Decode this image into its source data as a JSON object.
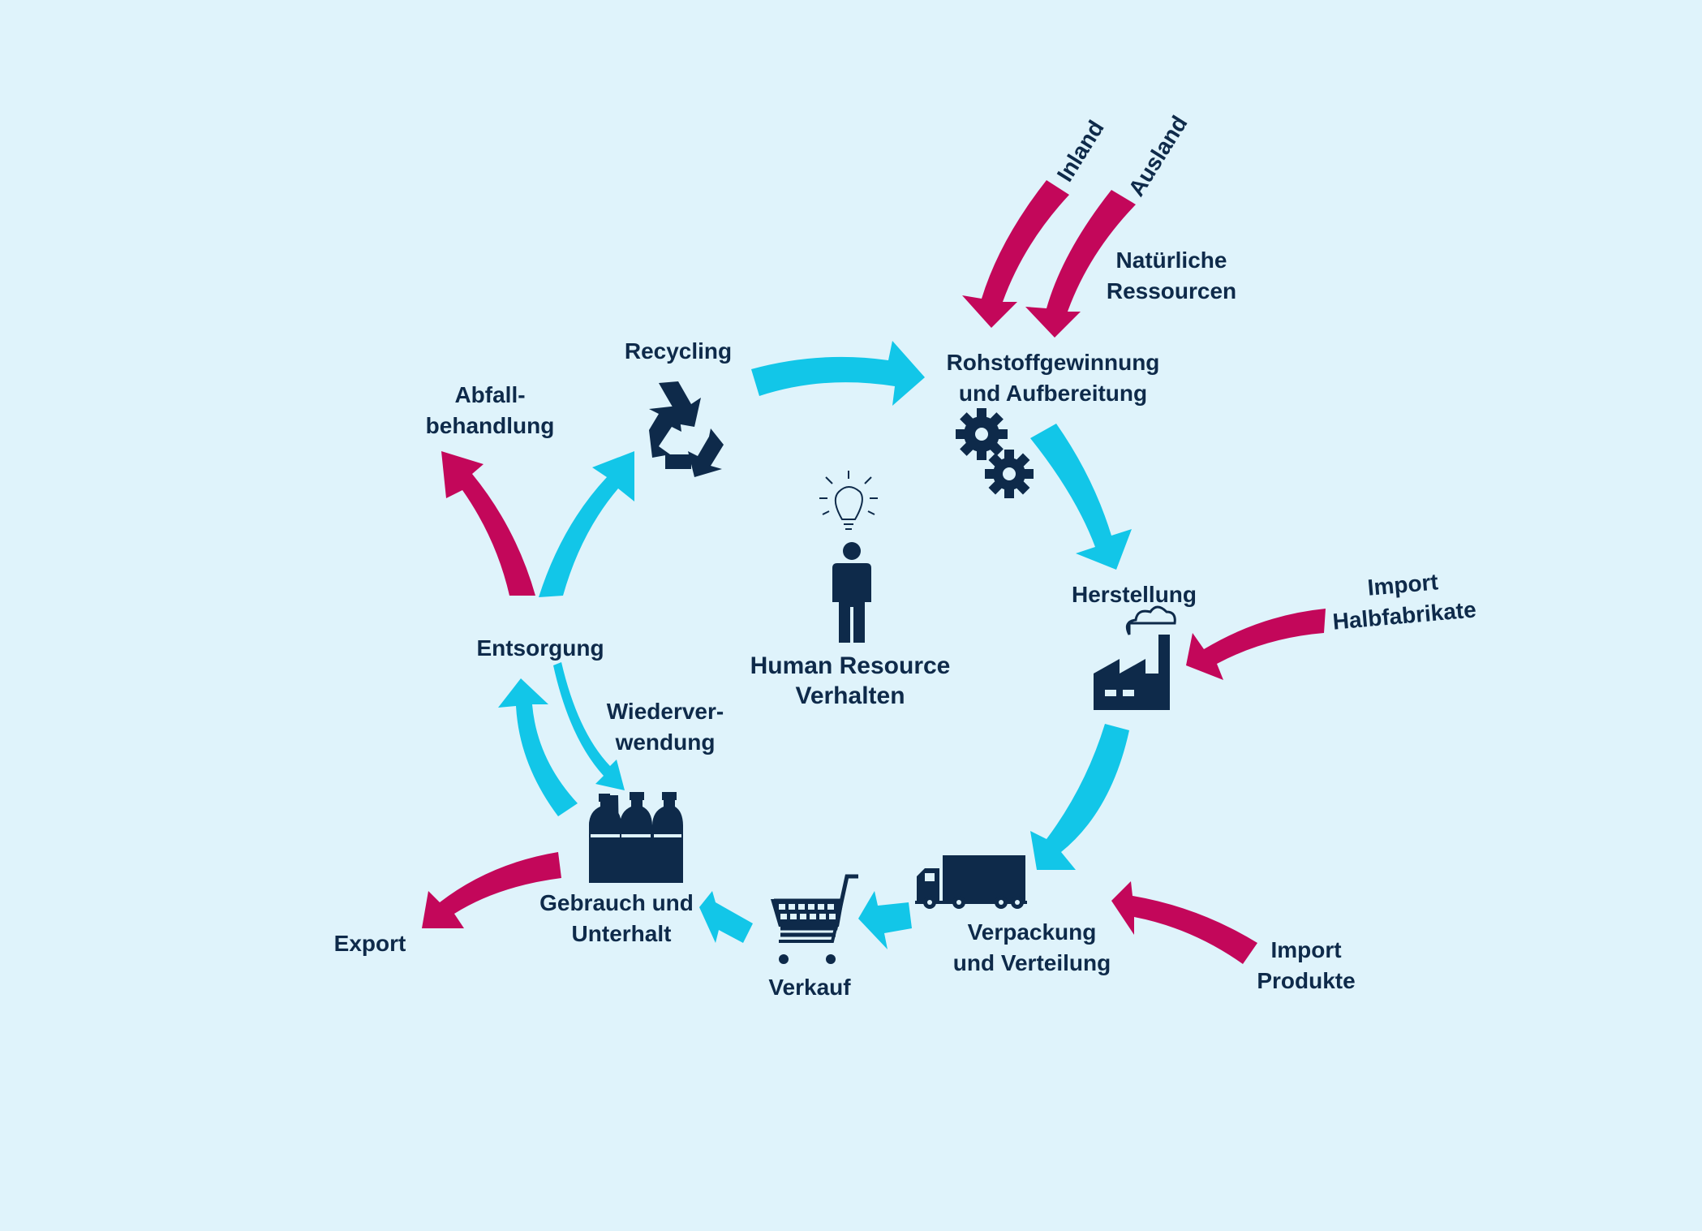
{
  "colors": {
    "background": "#dff3fb",
    "cycle_arrow": "#12c6e8",
    "external_arrow": "#c3075a",
    "icon": "#0e2a4a",
    "text": "#0e2a4a"
  },
  "center": {
    "line1": "Human Resource",
    "line2": "Verhalten",
    "icons": [
      "lightbulb-icon",
      "person-icon"
    ]
  },
  "stages": {
    "rohstoff": {
      "line1": "Rohstoffgewinnung",
      "line2": "und Aufbereitung",
      "icon": "gears-icon"
    },
    "herstellung": {
      "label": "Herstellung",
      "icon": "factory-icon"
    },
    "verpackung": {
      "line1": "Verpackung",
      "line2": "und Verteilung",
      "icon": "truck-icon"
    },
    "verkauf": {
      "label": "Verkauf",
      "icon": "shopping-cart-icon"
    },
    "gebrauch": {
      "line1": "Gebrauch und",
      "line2": "Unterhalt",
      "icon": "bottles-icon"
    },
    "entsorgung": {
      "label": "Entsorgung"
    },
    "recycling": {
      "label": "Recycling",
      "icon": "recycle-icon"
    },
    "abfall": {
      "line1": "Abfall-",
      "line2": "behandlung"
    },
    "wiederverwendung": {
      "line1": "Wiederver-",
      "line2": "wendung"
    }
  },
  "external": {
    "inland": "Inland",
    "ausland": "Ausland",
    "natuerliche": {
      "line1": "Natürliche",
      "line2": "Ressourcen"
    },
    "import_halb": {
      "line1": "Import",
      "line2": "Halbfabrikate"
    },
    "import_produkte": {
      "line1": "Import",
      "line2": "Produkte"
    },
    "export": "Export"
  }
}
